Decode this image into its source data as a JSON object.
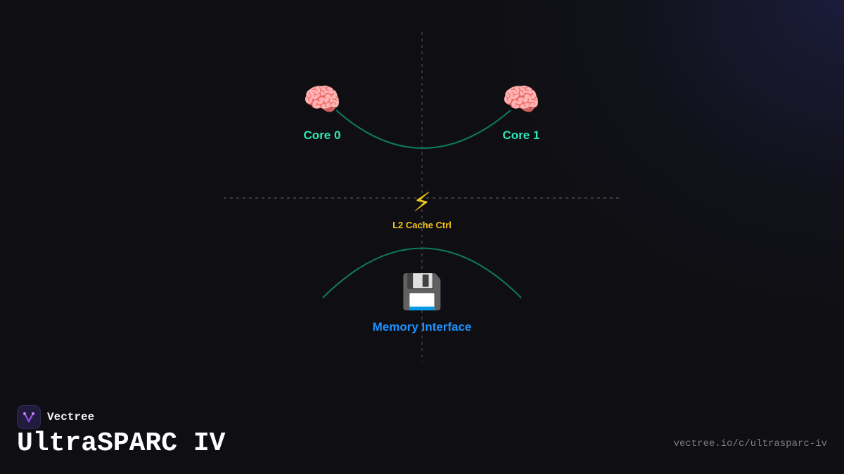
{
  "diagram": {
    "nodes": [
      {
        "id": "core0",
        "icon": "🧠",
        "icon_name": "brain-icon",
        "label": "Core 0",
        "color": "#2ee6b5"
      },
      {
        "id": "core1",
        "icon": "🧠",
        "icon_name": "brain-icon",
        "label": "Core 1",
        "color": "#2ee6b5"
      },
      {
        "id": "l2",
        "icon": "⚡",
        "icon_name": "lightning-icon",
        "label": "L2 Cache Ctrl",
        "color": "#f5c518"
      },
      {
        "id": "mem",
        "icon": "💾",
        "icon_name": "floppy-disk-icon",
        "label": "Memory Interface",
        "color": "#1e90ff"
      }
    ],
    "edge_color": "#0f7a5f",
    "guide_color": "#4a4a52"
  },
  "brand": {
    "name": "Vectree",
    "logo_icon": "vectree-logo-icon",
    "logo_color": "#a855f7"
  },
  "title": "UltraSPARC IV",
  "url": "vectree.io/c/ultrasparc-iv"
}
